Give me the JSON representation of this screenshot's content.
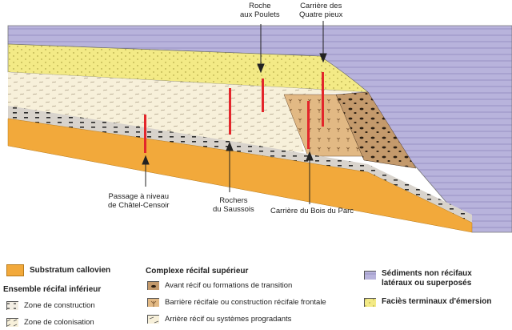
{
  "labels": {
    "roche_aux_poulets": [
      "Roche",
      "aux Poulets"
    ],
    "carriere_quatre_pieux": [
      "Carrière des",
      "Quatre pieux"
    ],
    "passage_chatel": [
      "Passage à niveau",
      "de Châtel-Censoir"
    ],
    "rochers_saussois": [
      "Rochers",
      "du Saussois"
    ],
    "carriere_bois_parc": "Carrière du Bois du Parc"
  },
  "legend": {
    "substratum": "Substratum callovien",
    "ensemble_inferieur": {
      "title": "Ensemble récifal inférieur",
      "items": [
        "Zone de construction",
        "Zone de colonisation"
      ]
    },
    "complexe_superieur": {
      "title": "Complexe récifal supérieur",
      "items": [
        "Avant récif ou formations de transition",
        "Barrière récifale ou construction récifale frontale",
        "Arrière récif ou systèmes progradants"
      ]
    },
    "sediments": [
      "Sédiments non récifaux",
      "latéraux ou superposés"
    ],
    "facies": "Faciès terminaux d'émersion"
  },
  "colors": {
    "purple": "#b8b3dc",
    "purple_lines": "#8f88c0",
    "yellow": "#f3ea86",
    "orange": "#f2a93b",
    "cream": "#f7f0da",
    "tan": "#e2b984",
    "brown_dark": "#a7774a",
    "grey_band": "#d8d3cc",
    "red": "#e3262b"
  }
}
